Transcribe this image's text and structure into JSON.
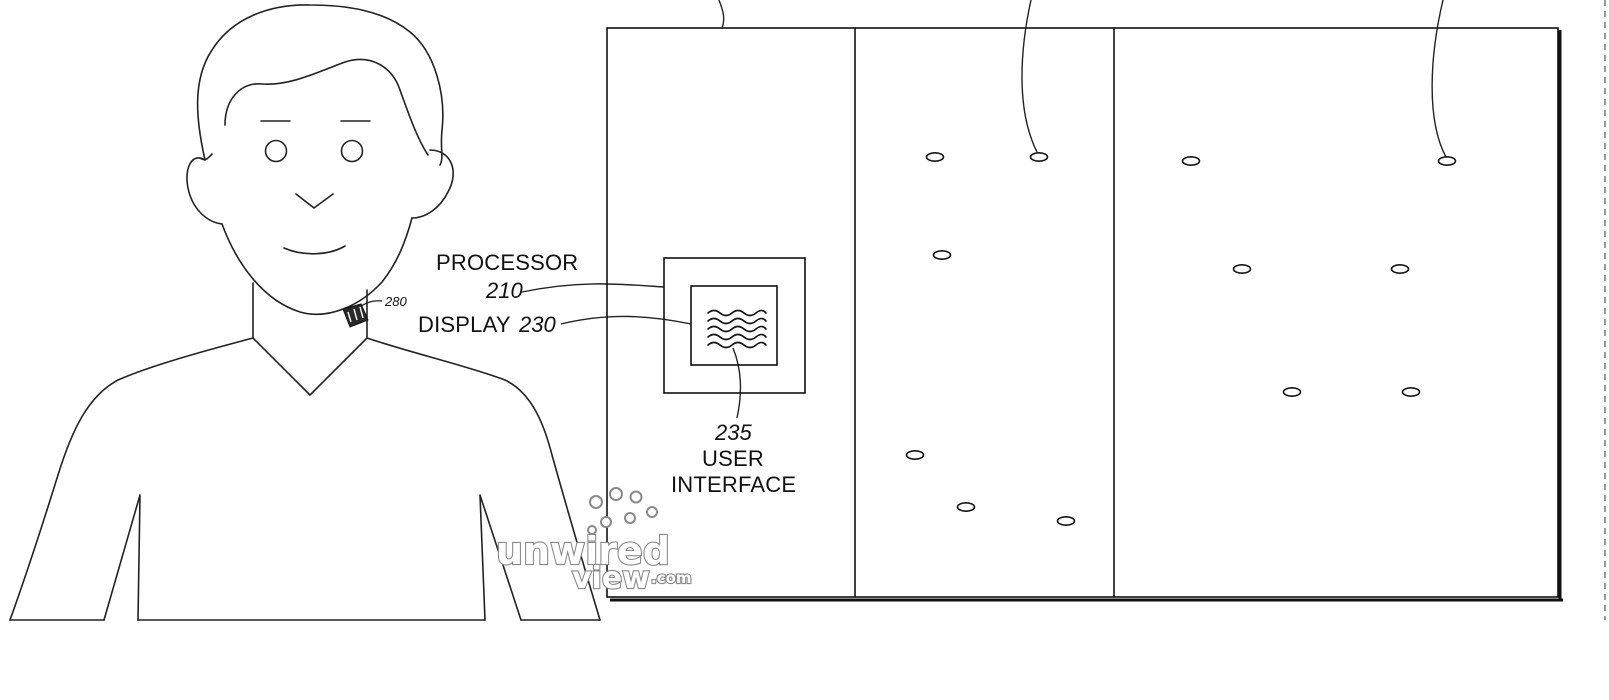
{
  "labels": {
    "processor_text": "PROCESSOR",
    "processor_ref": "210",
    "display_text": "DISPLAY",
    "display_ref": "230",
    "ui_ref": "235",
    "ui_line1": "USER",
    "ui_line2": "INTERFACE",
    "sensor_ref": "280"
  },
  "watermark": {
    "line1": "unwired",
    "line2": "view",
    "suffix": ".com"
  }
}
